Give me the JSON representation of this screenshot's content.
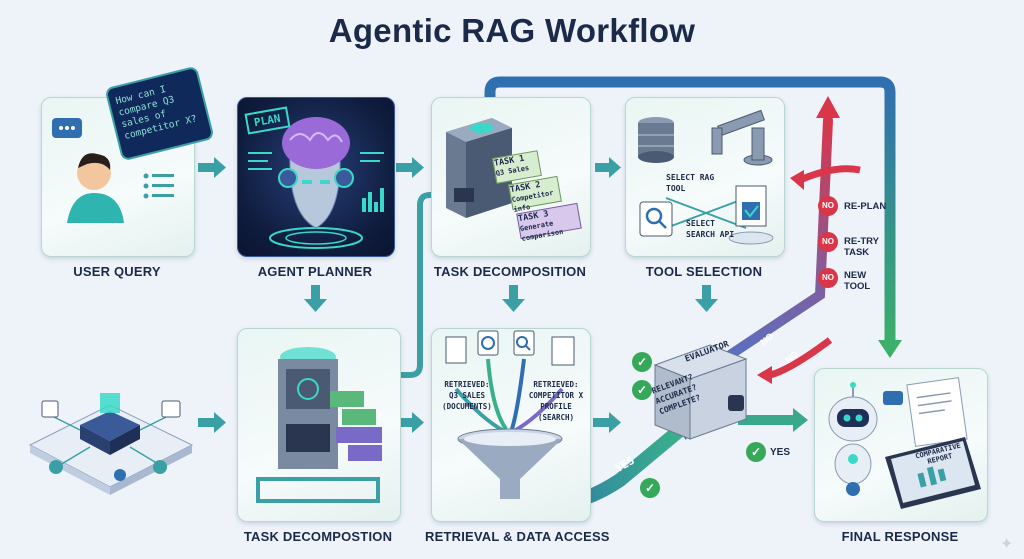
{
  "title": "Agentic RAG Workflow",
  "stages": {
    "user_query": "USER QUERY",
    "agent_planner": "AGENT PLANNER",
    "task_decomposition_top": "TASK DECOMPOSITION",
    "tool_selection": "TOOL SELECTION",
    "task_decomposition_bottom": "TASK DECOMPOSTION",
    "retrieval": "RETRIEVAL & DATA ACCESS",
    "final_response": "FINAL RESPONSE"
  },
  "query_bubble": "How can I compare Q3 sales of competitor X?",
  "planner_tag": "PLAN",
  "tasks": [
    "TASK 1",
    "TASK 2",
    "TASK 3"
  ],
  "task_items": [
    "Q3 Sales",
    "Competitor info",
    "Generate comparison"
  ],
  "tool_select_rag": "SELECT RAG TOOL",
  "tool_select_search": "SELECT SEARCH API",
  "retrieved_left": "RETRIEVED: Q3 SALES (DOCUMENTS)",
  "retrieved_right": "RETRIEVED: COMPETITOR X PROFILE (SEARCH)",
  "evaluator": {
    "title": "EVALUATOR",
    "criteria": "RELEVANT? ACCURATE? COMPLETE?"
  },
  "yes_arrow": "YES",
  "yes_check": "YES",
  "no_label": "NO",
  "feedback": {
    "replan": "RE-PLAN",
    "retry": "RE-TRY TASK",
    "new_tool": "NEW TOOL"
  },
  "report_label": "COMPARATIVE REPORT",
  "colors": {
    "title": "#1c2a4a",
    "flow_arrow": "#3aa0a6",
    "no_path": "#d9364a",
    "yes_path": "#3aa87a",
    "loop_path": "#2f6fb0"
  },
  "icons": [
    "chat-bubble-icon",
    "user-icon",
    "brain-head-icon",
    "server-box-icon",
    "database-icon",
    "robot-arm-icon",
    "search-icon",
    "document-icon",
    "funnel-icon",
    "evaluator-box-icon",
    "robot-icon",
    "tablet-report-icon",
    "checkmark-icon",
    "sparkle-icon"
  ]
}
